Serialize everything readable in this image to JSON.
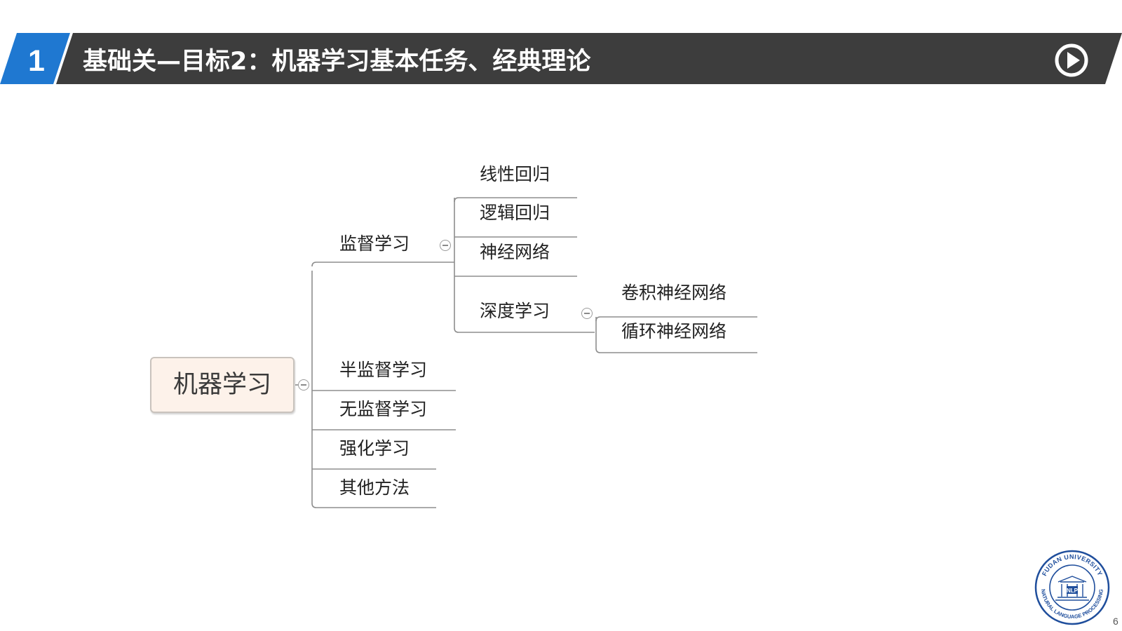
{
  "header": {
    "section_number": "1",
    "title": "基础关—目标2：机器学习基本任务、经典理论",
    "banner_color": "#3d3d3d",
    "accent_color": "#1f78d1",
    "play_icon": "play-circle-icon"
  },
  "mindmap": {
    "root": "机器学习",
    "supervised": {
      "label": "监督学习",
      "children": [
        "线性回归",
        "逻辑回归",
        "神经网络"
      ],
      "deep_learning": {
        "label": "深度学习",
        "children": [
          "卷积神经网络",
          "循环神经网络"
        ]
      }
    },
    "semi_supervised": "半监督学习",
    "unsupervised": "无监督学习",
    "reinforcement": "强化学习",
    "other_methods": "其他方法",
    "toggle_icon": "collapse-minus-icon"
  },
  "footer": {
    "logo_top_text": "FUDAN UNIVERSITY",
    "logo_bottom_text": "NATURAL LANGUAGE PROCESSING",
    "logo_center_text": "NLP",
    "logo_color": "#1f4e9c",
    "page_number": "6"
  }
}
